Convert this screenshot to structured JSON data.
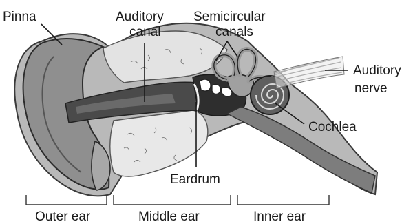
{
  "labels": {
    "pinna": "Pinna",
    "auditory_canal_line1": "Auditory",
    "auditory_canal_line2": "canal",
    "semicircular_line1": "Semicircular",
    "semicircular_line2": "canals",
    "auditory_nerve_line1": "Auditory",
    "auditory_nerve_line2": "nerve",
    "cochlea": "Cochlea",
    "eardrum": "Eardrum"
  },
  "sections": {
    "outer": "Outer ear",
    "middle": "Middle ear",
    "inner": "Inner ear"
  }
}
